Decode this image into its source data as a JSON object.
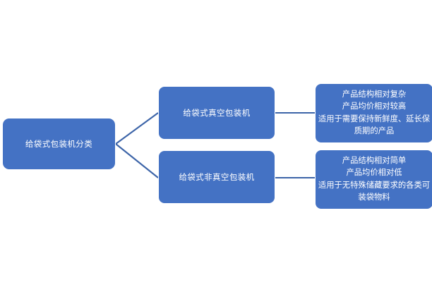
{
  "diagram": {
    "type": "tree-flowchart",
    "orientation": "left-to-right",
    "colors": {
      "node_fill": "#4472C4",
      "node_border": "#FFFFFF",
      "connector": "#3C64A8",
      "text": "#FFFFFF",
      "background": "#FFFFFF"
    },
    "root": {
      "label": "给袋式包装机分类"
    },
    "branches": [
      {
        "label": "给袋式真空包装机",
        "detail_lines": [
          "产品结构相对复杂",
          "产品均价相对较高",
          "适用于需要保持新鲜度、延长保质期的产品"
        ]
      },
      {
        "label": "给袋式非真空包装机",
        "detail_lines": [
          "产品结构相对简单",
          "产品均价相对低",
          "适用于无特殊储藏要求的各类可装袋物料"
        ]
      }
    ]
  }
}
